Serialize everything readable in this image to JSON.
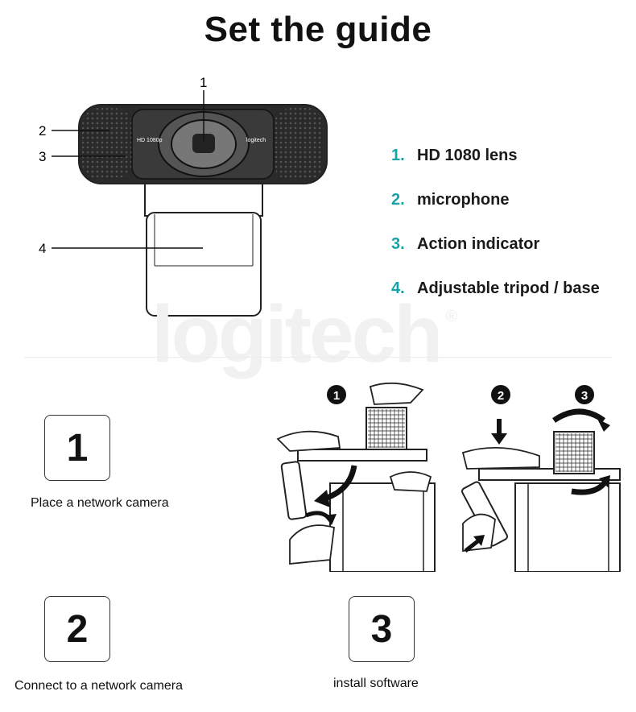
{
  "title": "Set the guide",
  "camera": {
    "callouts": [
      "1",
      "2",
      "3",
      "4"
    ],
    "lens_text": "HD 1080p",
    "brand_text": "logitech"
  },
  "watermark": "logitech",
  "legend": [
    {
      "num": "1.",
      "label": "HD 1080 lens"
    },
    {
      "num": "2.",
      "label": "microphone"
    },
    {
      "num": "3.",
      "label": "Action indicator"
    },
    {
      "num": "4.",
      "label": "Adjustable tripod / base"
    }
  ],
  "steps": [
    {
      "num": "1",
      "caption": "Place a network camera"
    },
    {
      "num": "2",
      "caption": "Connect to a network camera"
    },
    {
      "num": "3",
      "caption": "install software"
    }
  ],
  "illustration_markers": [
    "1",
    "2",
    "3"
  ]
}
